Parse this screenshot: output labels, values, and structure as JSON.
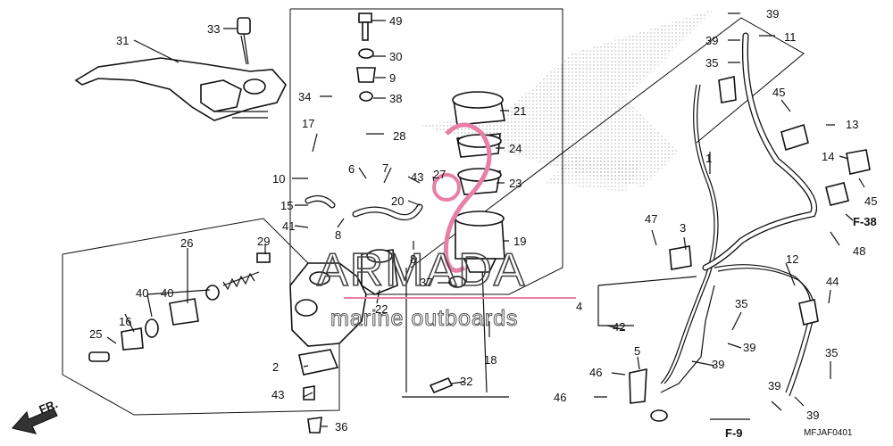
{
  "diagram": {
    "code": "MFJAF0401",
    "refs": {
      "fr": "FR.",
      "f38": "F-38",
      "f9": "F-9"
    },
    "labels": {
      "n1": "1",
      "n2": "2",
      "n3": "3",
      "n4": "4",
      "n5": "5",
      "n6": "6",
      "n7": "7",
      "n8a": "8",
      "n8b": "8",
      "n9": "9",
      "n10": "10",
      "n11": "11",
      "n12": "12",
      "n13": "13",
      "n14": "14",
      "n15": "15",
      "n16": "16",
      "n17": "17",
      "n18": "18",
      "n19": "19",
      "n20": "20",
      "n21": "21",
      "n22": "22",
      "n23": "23",
      "n24": "24",
      "n25": "25",
      "n26": "26",
      "n27": "27",
      "n28": "28",
      "n29": "29",
      "n30": "30",
      "n31": "31",
      "n32": "32",
      "n33": "33",
      "n34": "34",
      "n35a": "35",
      "n35b": "35",
      "n35c": "35",
      "n36": "36",
      "n37": "37",
      "n38": "38",
      "n39a": "39",
      "n39b": "39",
      "n39c": "39",
      "n39d": "39",
      "n39e": "39",
      "n39f": "39",
      "n40a": "40",
      "n40b": "40",
      "n41": "41",
      "n42": "42",
      "n43a": "43",
      "n43b": "43",
      "n44": "44",
      "n45a": "45",
      "n45b": "45",
      "n46a": "46",
      "n46b": "46",
      "n47": "47",
      "n48": "48",
      "n49": "49"
    }
  },
  "watermark": {
    "title": "ARMADA",
    "subtitle": "marine outboards",
    "accent": "#e77fa6"
  }
}
